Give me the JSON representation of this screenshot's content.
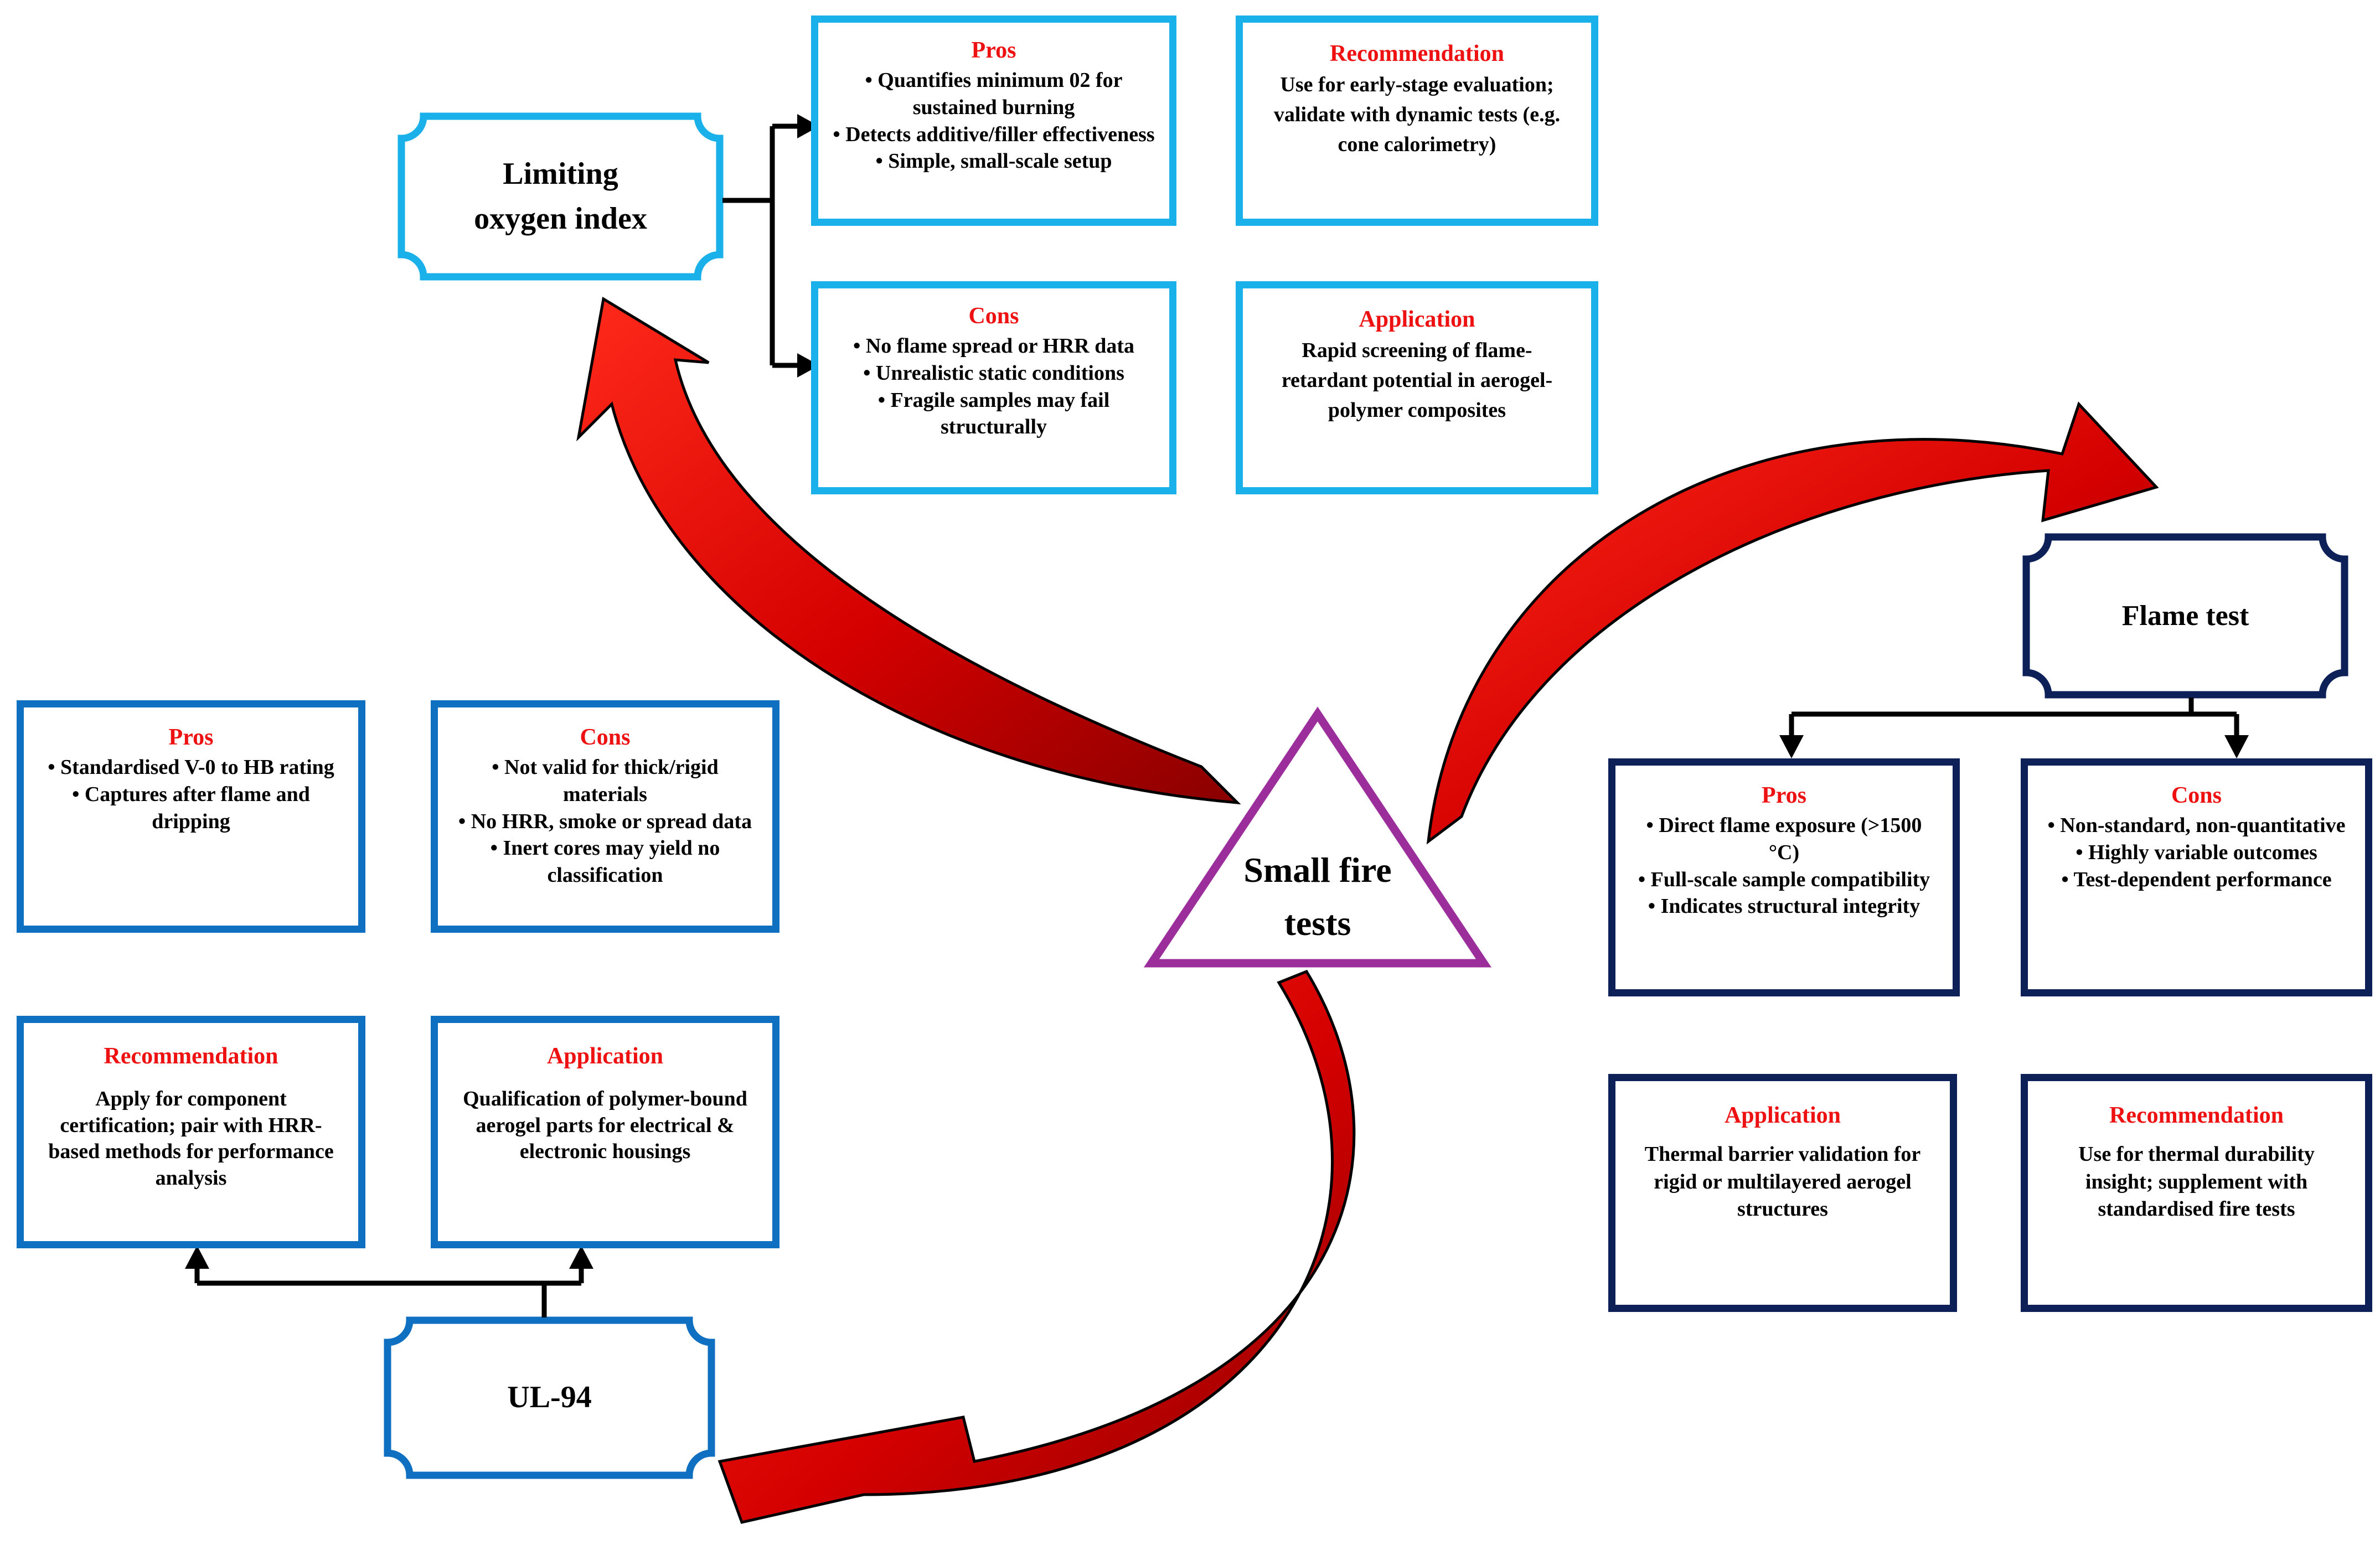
{
  "center": {
    "label_line1": "Small fire",
    "label_line2": "tests"
  },
  "loi": {
    "title_line1": "Limiting",
    "title_line2": "oxygen index",
    "pros": {
      "heading": "Pros",
      "items": [
        "• Quantifies minimum 02 for sustained burning",
        "• Detects additive/filler effectiveness",
        "• Simple, small-scale setup"
      ]
    },
    "cons": {
      "heading": "Cons",
      "items": [
        "• No flame spread or HRR data",
        "• Unrealistic static conditions",
        "• Fragile samples may fail structurally"
      ]
    },
    "recommendation": {
      "heading": "Recommendation",
      "text": "Use for early-stage evaluation; validate with dynamic tests (e.g. cone calorimetry)"
    },
    "application": {
      "heading": "Application",
      "text": "Rapid screening of flame-retardant potential in aerogel-polymer composites"
    }
  },
  "flame": {
    "title": "Flame test",
    "pros": {
      "heading": "Pros",
      "items": [
        "• Direct flame exposure (>1500 °C)",
        "• Full-scale sample compatibility",
        "• Indicates structural integrity"
      ]
    },
    "cons": {
      "heading": "Cons",
      "items": [
        "• Non-standard, non-quantitative",
        "• Highly variable outcomes",
        "• Test-dependent performance"
      ]
    },
    "application": {
      "heading": "Application",
      "text": "Thermal barrier validation for rigid or multilayered aerogel structures"
    },
    "recommendation": {
      "heading": "Recommendation",
      "text": "Use for thermal durability insight; supplement with standardised fire tests"
    }
  },
  "ul94": {
    "title": "UL-94",
    "pros": {
      "heading": "Pros",
      "items": [
        "• Standardised V-0 to HB rating",
        "• Captures after flame and dripping"
      ]
    },
    "cons": {
      "heading": "Cons",
      "items": [
        "• Not valid for thick/rigid materials",
        "• No HRR, smoke or spread data",
        "• Inert cores may yield no classification"
      ]
    },
    "recommendation": {
      "heading": "Recommendation",
      "text": "Apply for component certification; pair with HRR-based methods for performance analysis"
    },
    "application": {
      "heading": "Application",
      "text": "Qualification of polymer-bound aerogel parts for electrical & electronic housings"
    }
  },
  "colors": {
    "light_blue": "#1ab0ea",
    "medium_blue": "#0f6fc0",
    "dark_navy": "#0d2158",
    "triangle_purple": "#9b2e9b",
    "arrow_red": "#ee1111",
    "arrow_dark_red": "#8a0000",
    "heading_red": "#ee1111"
  }
}
